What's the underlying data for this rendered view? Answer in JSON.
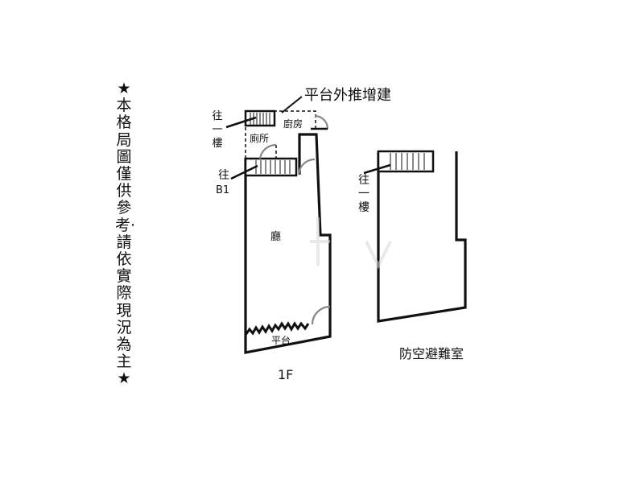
{
  "note": "★本格局圖僅供參考‧請依實際現況為主★",
  "floor_1f": {
    "annex_label": "平台外推增建",
    "kitchen": "廚房",
    "toilet": "廁所",
    "to_upstairs": "往一樓",
    "to_b1_prefix": "往",
    "to_b1_code": "B1",
    "hall": "廳",
    "platform": "平台",
    "caption": "1F"
  },
  "shelter": {
    "to_upstairs": "往一樓",
    "caption": "防空避難室"
  }
}
